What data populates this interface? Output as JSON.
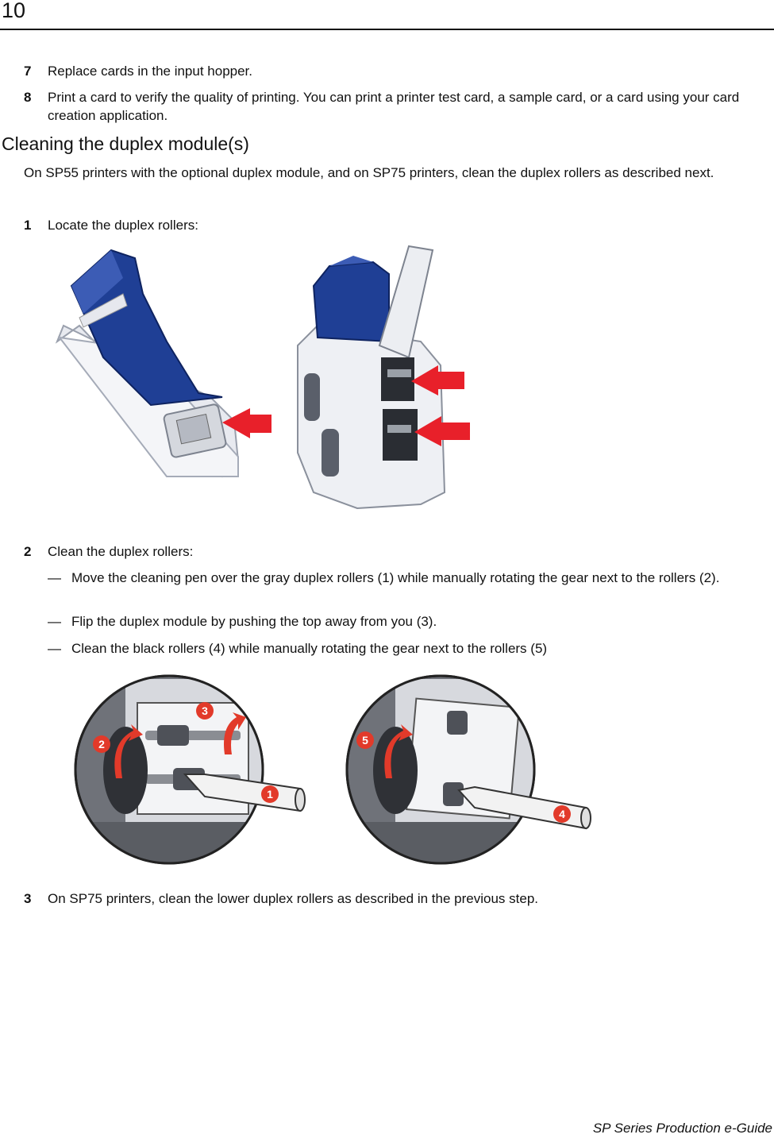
{
  "header": {
    "page_number": "10"
  },
  "steps_top": [
    {
      "num": "7",
      "text": "Replace cards in the input hopper."
    },
    {
      "num": "8",
      "text": "Print a card to verify the quality of printing. You can print a printer test card, a sample card, or a card using your card creation application."
    }
  ],
  "section": {
    "title": "Cleaning the duplex module(s)",
    "intro": "On SP55 printers with the optional duplex module, and on SP75 printers, clean the duplex rollers as described next."
  },
  "step1": {
    "num": "1",
    "text": "Locate the duplex rollers:"
  },
  "step2": {
    "num": "2",
    "text": "Clean the duplex rollers:",
    "bullets": [
      "Move the cleaning pen over the gray duplex rollers (1) while manually rotating the gear next to the rollers (2).",
      "Flip the duplex module by pushing the top away from you (3).",
      "Clean the black rollers (4) while manually rotating the gear next to the rollers (5)"
    ]
  },
  "step3": {
    "num": "3",
    "text": "On SP75 printers, clean the lower duplex rollers as described in the previous step."
  },
  "callouts": [
    "1",
    "2",
    "3",
    "4",
    "5"
  ],
  "dash": "—",
  "footer": {
    "title": "SP Series Production e-Guide"
  },
  "colors": {
    "printer_blue": "#1f3f95",
    "arrow_red": "#e8202a",
    "callout_red": "#e23a2a"
  }
}
